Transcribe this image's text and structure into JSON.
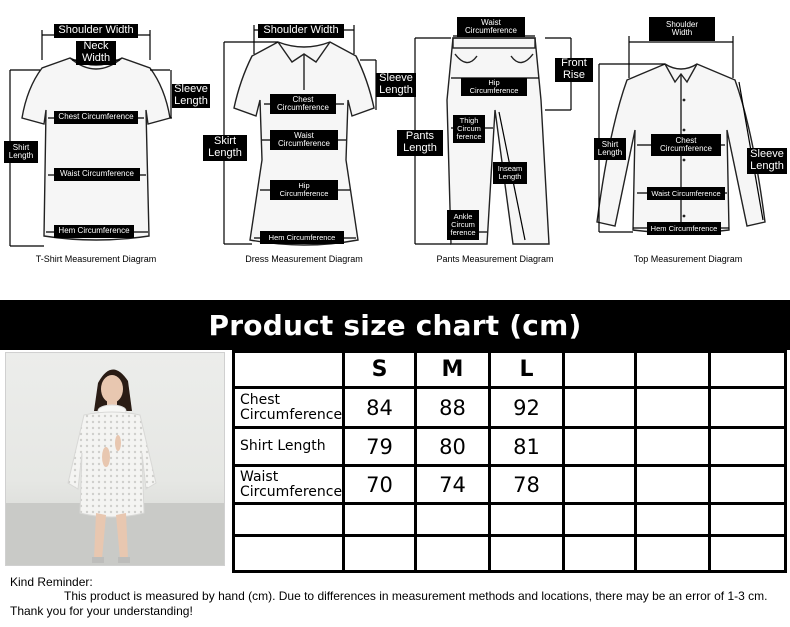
{
  "diagrams": {
    "tshirt": {
      "caption": "T-Shirt Measurement Diagram",
      "labels": {
        "shoulder_width": "Shoulder Width",
        "neck_width": "Neck\nWidth",
        "sleeve_length": "Sleeve\nLength",
        "shirt_length": "Shirt\nLength",
        "chest": "Chest Circumference",
        "waist": "Waist Circumference",
        "hem": "Hem Circumference"
      }
    },
    "dress": {
      "caption": "Dress Measurement Diagram",
      "labels": {
        "shoulder_width": "Shoulder Width",
        "sleeve_length": "Sleeve\nLength",
        "skirt_length": "Skirt\nLength",
        "chest": "Chest\nCircumference",
        "waist": "Waist\nCircumference",
        "hip": "Hip\nCircumference",
        "hem": "Hem Circumference"
      }
    },
    "pants": {
      "caption": "Pants Measurement Diagram",
      "labels": {
        "waist": "Waist\nCircumference",
        "front_rise": "Front\nRise",
        "hip": "Hip\nCircumference",
        "pants_length": "Pants\nLength",
        "thigh": "Thigh\nCircum\nference",
        "inseam": "Inseam\nLength",
        "ankle": "Ankle\nCircum\nference"
      }
    },
    "top": {
      "caption": "Top Measurement Diagram",
      "labels": {
        "shoulder_width": "Shoulder\nWidth",
        "shirt_length": "Shirt\nLength",
        "chest": "Chest\nCircumference",
        "sleeve_length": "Sleeve\nLength",
        "waist": "Waist Circumference",
        "hem": "Hem Circumference"
      }
    }
  },
  "chart": {
    "title": "Product size chart  (cm)",
    "sizes": [
      "S",
      "M",
      "L",
      "",
      "",
      ""
    ],
    "rows": [
      {
        "label": "Chest\nCircumference",
        "values": [
          "84",
          "88",
          "92",
          "",
          "",
          ""
        ]
      },
      {
        "label": "Shirt Length",
        "values": [
          "79",
          "80",
          "81",
          "",
          "",
          ""
        ]
      },
      {
        "label": "Waist\nCircumference",
        "values": [
          "70",
          "74",
          "78",
          "",
          "",
          ""
        ]
      },
      {
        "label": "",
        "values": [
          "",
          "",
          "",
          "",
          "",
          ""
        ]
      },
      {
        "label": "",
        "values": [
          "",
          "",
          "",
          "",
          "",
          ""
        ]
      }
    ]
  },
  "reminder": {
    "title": "Kind Reminder:",
    "body": "This product is measured by hand (cm). Due to differences in measurement methods and locations, there may be an error of 1-3 cm. Thank you for your understanding!"
  }
}
